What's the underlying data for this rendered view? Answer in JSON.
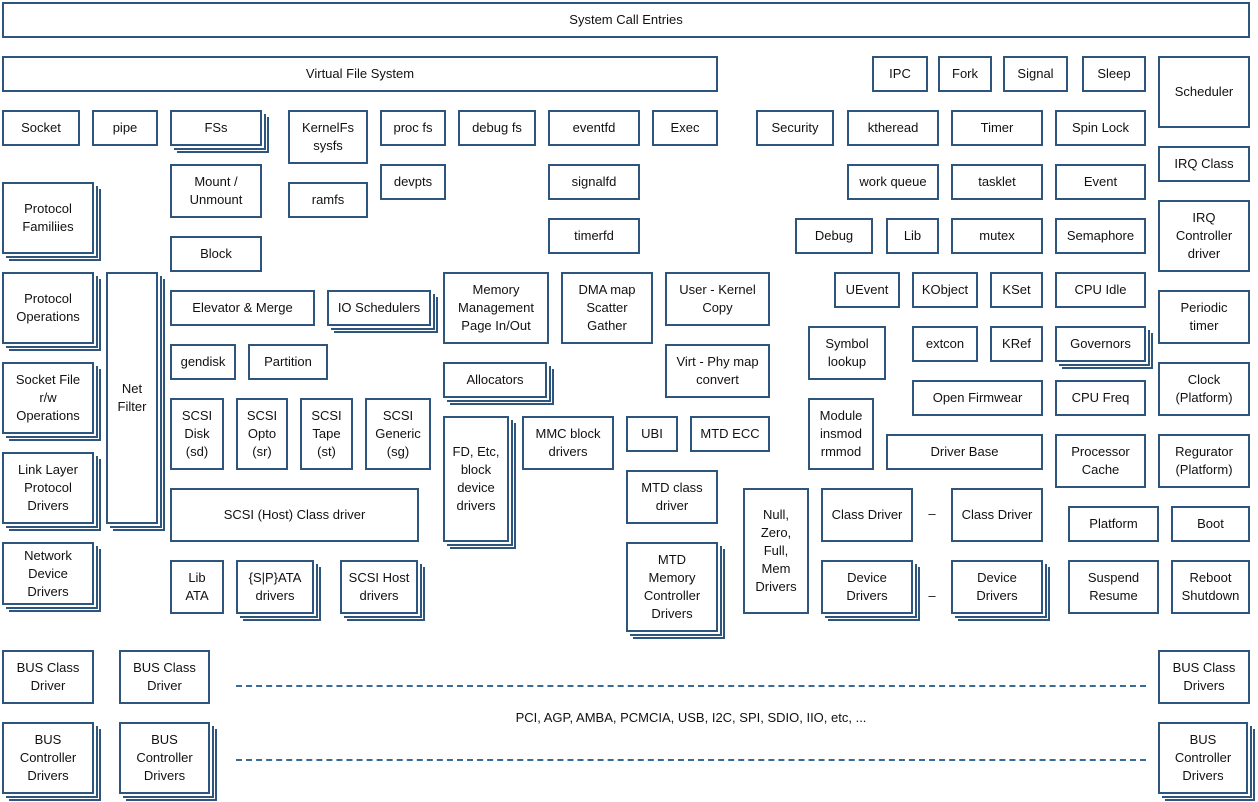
{
  "boxes": [
    {
      "id": "system-call-entries",
      "text": "System Call Entries"
    },
    {
      "id": "virtual-file-system",
      "text": "Virtual File System"
    },
    {
      "id": "ipc",
      "text": "IPC"
    },
    {
      "id": "fork",
      "text": "Fork"
    },
    {
      "id": "signal",
      "text": "Signal"
    },
    {
      "id": "sleep",
      "text": "Sleep"
    },
    {
      "id": "scheduler",
      "text": "Scheduler"
    },
    {
      "id": "socket",
      "text": "Socket"
    },
    {
      "id": "pipe",
      "text": "pipe"
    },
    {
      "id": "fss",
      "text": "FSs"
    },
    {
      "id": "kernelfs-sysfs",
      "text": "KernelFs\nsysfs"
    },
    {
      "id": "procfs",
      "text": "proc fs"
    },
    {
      "id": "debugfs",
      "text": "debug fs"
    },
    {
      "id": "eventfd",
      "text": "eventfd"
    },
    {
      "id": "exec",
      "text": "Exec"
    },
    {
      "id": "security",
      "text": "Security"
    },
    {
      "id": "kthread",
      "text": "ktheread"
    },
    {
      "id": "timer",
      "text": "Timer"
    },
    {
      "id": "spin-lock",
      "text": "Spin Lock"
    },
    {
      "id": "irq-class",
      "text": "IRQ Class"
    },
    {
      "id": "mount-unmount",
      "text": "Mount /\nUnmount"
    },
    {
      "id": "devpts",
      "text": "devpts"
    },
    {
      "id": "signalfd",
      "text": "signalfd"
    },
    {
      "id": "work-queue",
      "text": "work queue"
    },
    {
      "id": "tasklet",
      "text": "tasklet"
    },
    {
      "id": "event",
      "text": "Event"
    },
    {
      "id": "protocol-families",
      "text": "Protocol\nFamiliies"
    },
    {
      "id": "ramfs",
      "text": "ramfs"
    },
    {
      "id": "irq-controller-driver",
      "text": "IRQ\nController\ndriver"
    },
    {
      "id": "timerfd",
      "text": "timerfd"
    },
    {
      "id": "debug",
      "text": "Debug"
    },
    {
      "id": "lib",
      "text": "Lib"
    },
    {
      "id": "mutex",
      "text": "mutex"
    },
    {
      "id": "semaphore",
      "text": "Semaphore"
    },
    {
      "id": "block",
      "text": "Block"
    },
    {
      "id": "protocol-operations",
      "text": "Protocol\nOperations"
    },
    {
      "id": "net-filter",
      "text": "Net\nFilter"
    },
    {
      "id": "elevator-merge",
      "text": "Elevator & Merge"
    },
    {
      "id": "io-schedulers",
      "text": "IO Schedulers"
    },
    {
      "id": "memory-management",
      "text": "Memory\nManagement\nPage In/Out"
    },
    {
      "id": "dma-map",
      "text": "DMA map\nScatter\nGather"
    },
    {
      "id": "user-kernel-copy",
      "text": "User - Kernel\nCopy"
    },
    {
      "id": "uevent",
      "text": "UEvent"
    },
    {
      "id": "kobject",
      "text": "KObject"
    },
    {
      "id": "kset",
      "text": "KSet"
    },
    {
      "id": "cpu-idle",
      "text": "CPU Idle"
    },
    {
      "id": "periodic-timer",
      "text": "Periodic\ntimer"
    },
    {
      "id": "symbol-lookup",
      "text": "Symbol\nlookup"
    },
    {
      "id": "extcon",
      "text": "extcon"
    },
    {
      "id": "kref",
      "text": "KRef"
    },
    {
      "id": "governors",
      "text": "Governors"
    },
    {
      "id": "gendisk",
      "text": "gendisk"
    },
    {
      "id": "partition",
      "text": "Partition"
    },
    {
      "id": "virt-phy-map",
      "text": "Virt - Phy map\nconvert"
    },
    {
      "id": "socket-file-ops",
      "text": "Socket File\nr/w\nOperations"
    },
    {
      "id": "allocators",
      "text": "Allocators"
    },
    {
      "id": "clock-platform",
      "text": "Clock\n(Platform)"
    },
    {
      "id": "open-firmware",
      "text": "Open Firmwear"
    },
    {
      "id": "cpu-freq",
      "text": "CPU Freq"
    },
    {
      "id": "scsi-disk",
      "text": "SCSI\nDisk\n(sd)"
    },
    {
      "id": "scsi-opto",
      "text": "SCSI\nOpto\n(sr)"
    },
    {
      "id": "scsi-tape",
      "text": "SCSI\nTape\n(st)"
    },
    {
      "id": "scsi-generic",
      "text": "SCSI\nGeneric\n(sg)"
    },
    {
      "id": "module-insmod",
      "text": "Module\ninsmod\nrmmod"
    },
    {
      "id": "mmc-block-drivers",
      "text": "MMC block\ndrivers"
    },
    {
      "id": "ubi",
      "text": "UBI"
    },
    {
      "id": "mtd-ecc",
      "text": "MTD ECC"
    },
    {
      "id": "fd-block-device-drivers",
      "text": "FD, Etc,\nblock\ndevice\ndrivers"
    },
    {
      "id": "driver-base",
      "text": "Driver Base"
    },
    {
      "id": "processor-cache",
      "text": "Processor\nCache"
    },
    {
      "id": "regulator-platform",
      "text": "Regurator\n(Platform)"
    },
    {
      "id": "link-layer-protocol-drivers",
      "text": "Link Layer\nProtocol\nDrivers"
    },
    {
      "id": "mtd-class-driver",
      "text": "MTD class\ndriver"
    },
    {
      "id": "scsi-host-class-driver",
      "text": "SCSI (Host) Class driver"
    },
    {
      "id": "null-zero-full-mem-drivers",
      "text": "Null,\nZero,\nFull,\nMem\nDrivers"
    },
    {
      "id": "class-driver-1",
      "text": "Class Driver"
    },
    {
      "id": "class-driver-2",
      "text": "Class Driver"
    },
    {
      "id": "platform",
      "text": "Platform"
    },
    {
      "id": "boot",
      "text": "Boot"
    },
    {
      "id": "network-device-drivers",
      "text": "Network\nDevice\nDrivers"
    },
    {
      "id": "mtd-memory-controller-drivers",
      "text": "MTD\nMemory\nController\nDrivers"
    },
    {
      "id": "lib-ata",
      "text": "Lib\nATA"
    },
    {
      "id": "sp-ata-drivers",
      "text": "{S|P}ATA\ndrivers"
    },
    {
      "id": "scsi-host-drivers",
      "text": "SCSI Host\ndrivers"
    },
    {
      "id": "device-drivers-1",
      "text": "Device\nDrivers"
    },
    {
      "id": "device-drivers-2",
      "text": "Device\nDrivers"
    },
    {
      "id": "suspend-resume",
      "text": "Suspend\nResume"
    },
    {
      "id": "reboot-shutdown",
      "text": "Reboot\nShutdown"
    },
    {
      "id": "bus-class-driver-1",
      "text": "BUS Class\nDriver"
    },
    {
      "id": "bus-class-driver-2",
      "text": "BUS Class\nDriver"
    },
    {
      "id": "bus-class-drivers-right",
      "text": "BUS Class\nDrivers"
    },
    {
      "id": "bus-controller-drivers-1",
      "text": "BUS\nController\nDrivers"
    },
    {
      "id": "bus-controller-drivers-2",
      "text": "BUS\nController\nDrivers"
    },
    {
      "id": "bus-controller-drivers-right",
      "text": "BUS\nController\nDrivers"
    }
  ],
  "labels": {
    "buses": "PCI, AGP, AMBA, PCMCIA, USB, I2C, SPI, SDIO, IIO, etc, ...",
    "class_driver_connector": "–",
    "device_drivers_connector": "–"
  }
}
